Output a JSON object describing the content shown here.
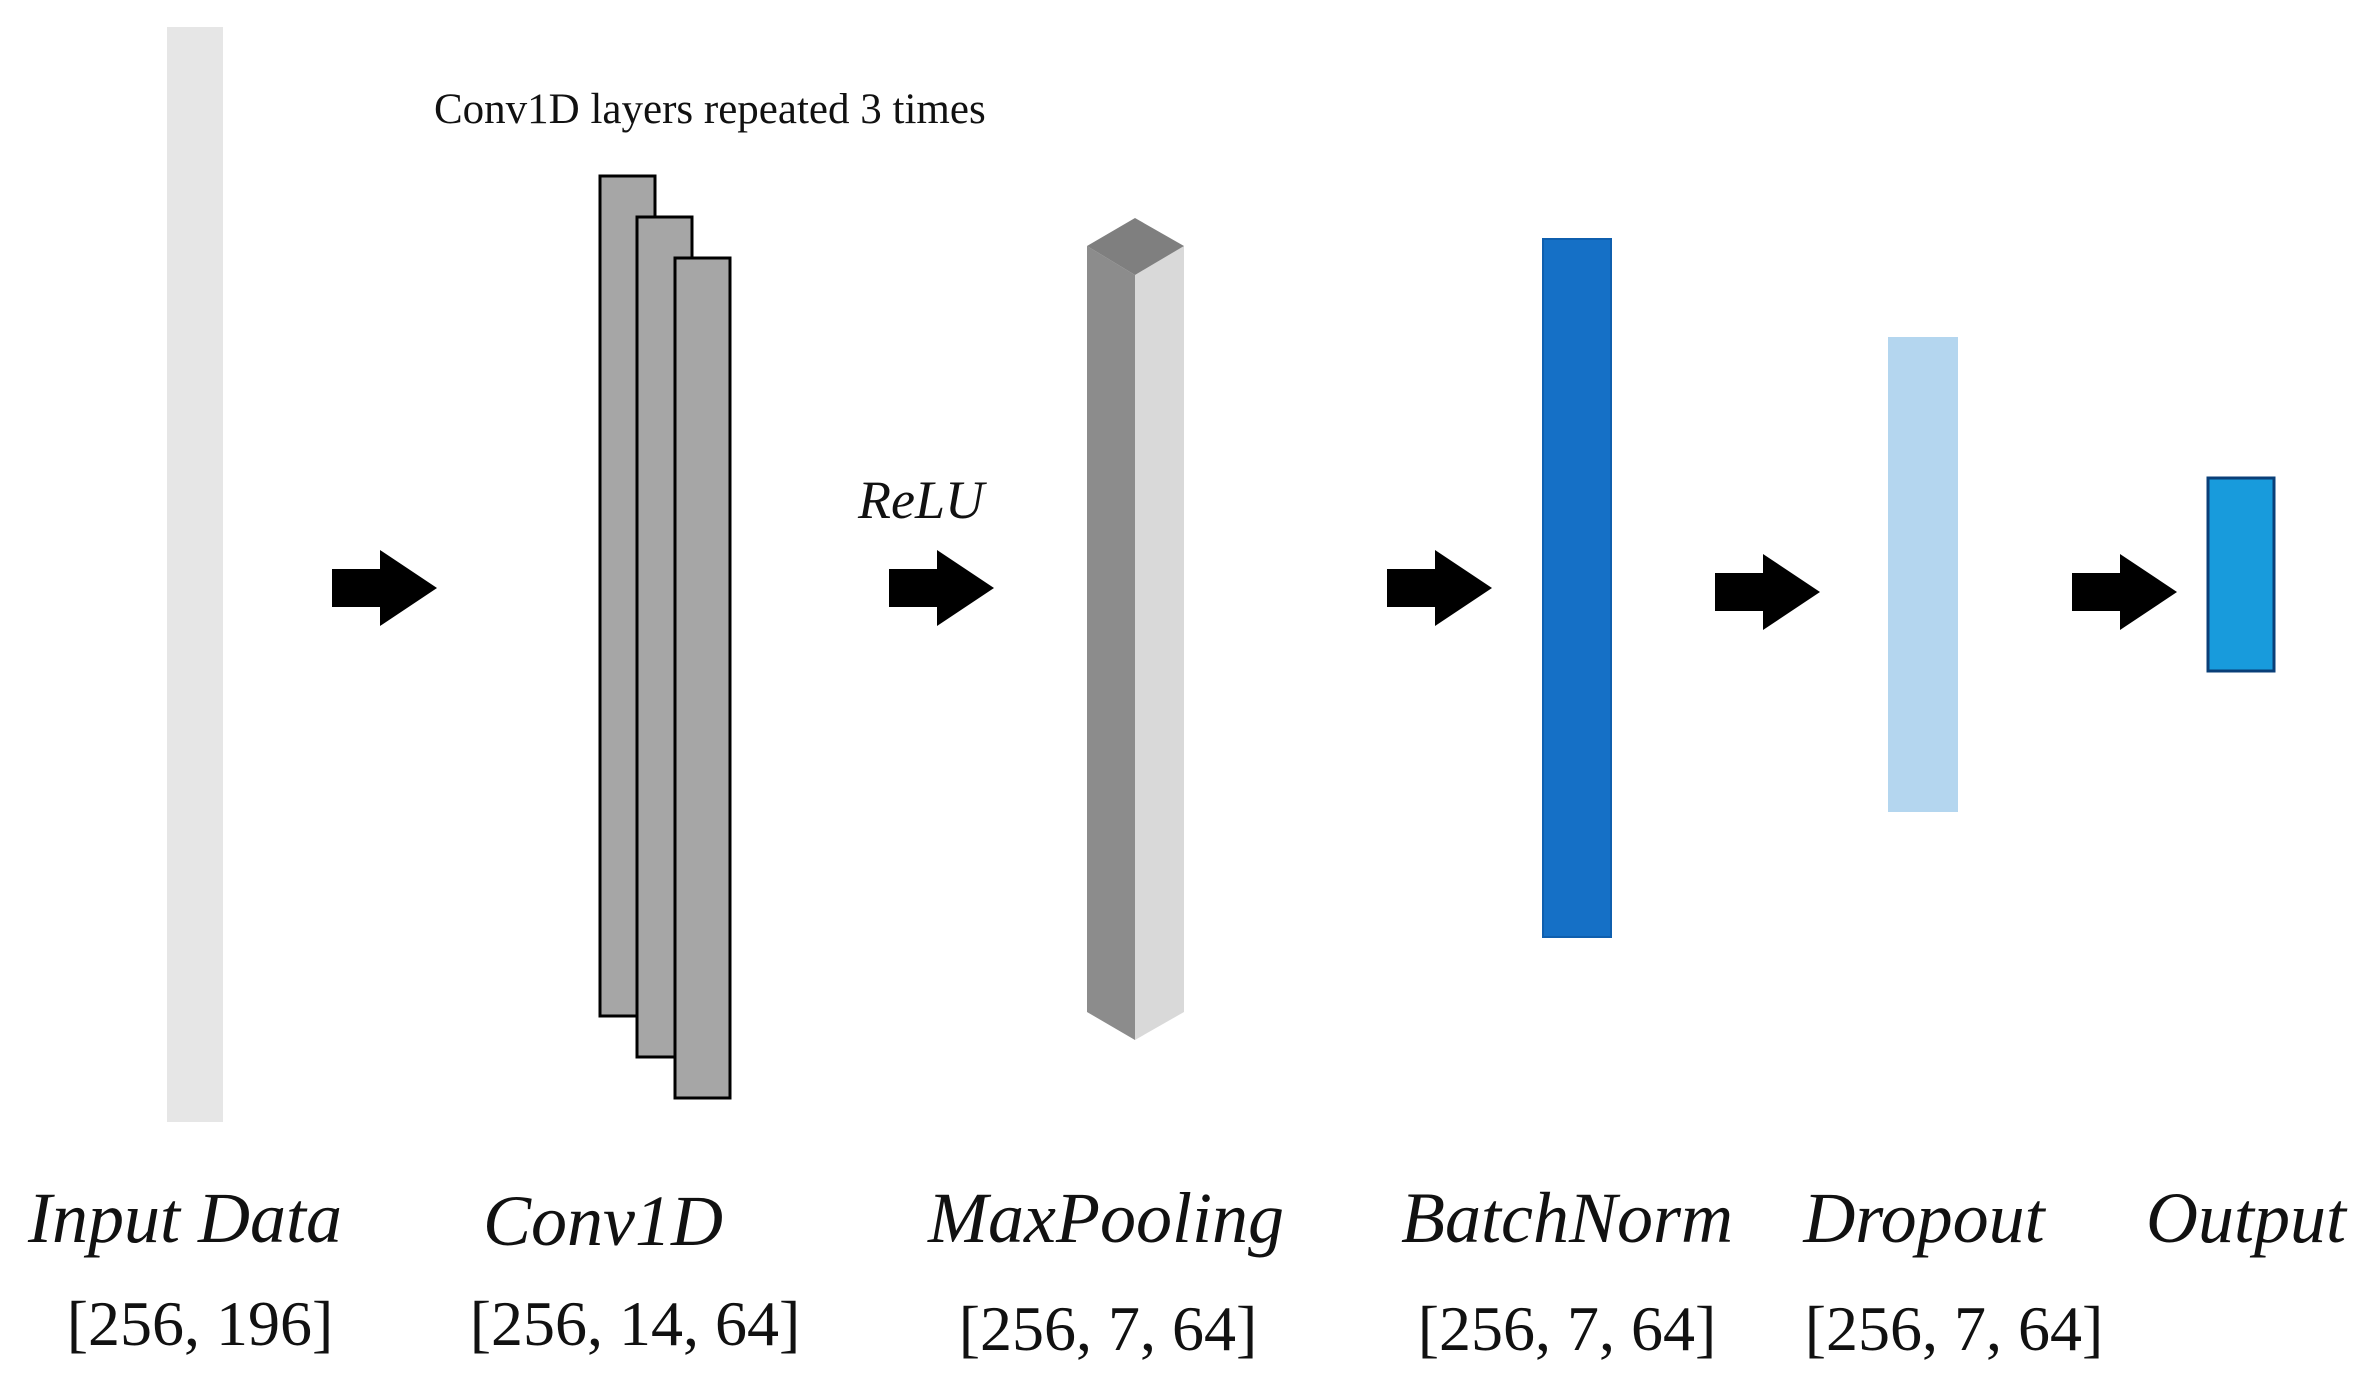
{
  "annotations": {
    "conv_repeat": "Conv1D layers repeated 3 times",
    "activation": "ReLU"
  },
  "layers": [
    {
      "name": "Input Data",
      "shape": "[256, 196]",
      "color": "#e6e6e6"
    },
    {
      "name": "Conv1D",
      "shape": "[256, 14, 64]",
      "color": "#a6a6a6",
      "stack_count": 3
    },
    {
      "name": "MaxPooling",
      "shape": "[256, 7, 64]",
      "color_front": "#d9d9d9",
      "color_side": "#8c8c8c",
      "color_top": "#7f7f7f"
    },
    {
      "name": "BatchNorm",
      "shape": "[256, 7, 64]",
      "color": "#1570c6"
    },
    {
      "name": "Dropout",
      "shape": "[256, 7, 64]",
      "color": "#b4d6ef"
    },
    {
      "name": "Output",
      "shape": "",
      "color": "#189bdc"
    }
  ],
  "arrow_color": "#000000"
}
